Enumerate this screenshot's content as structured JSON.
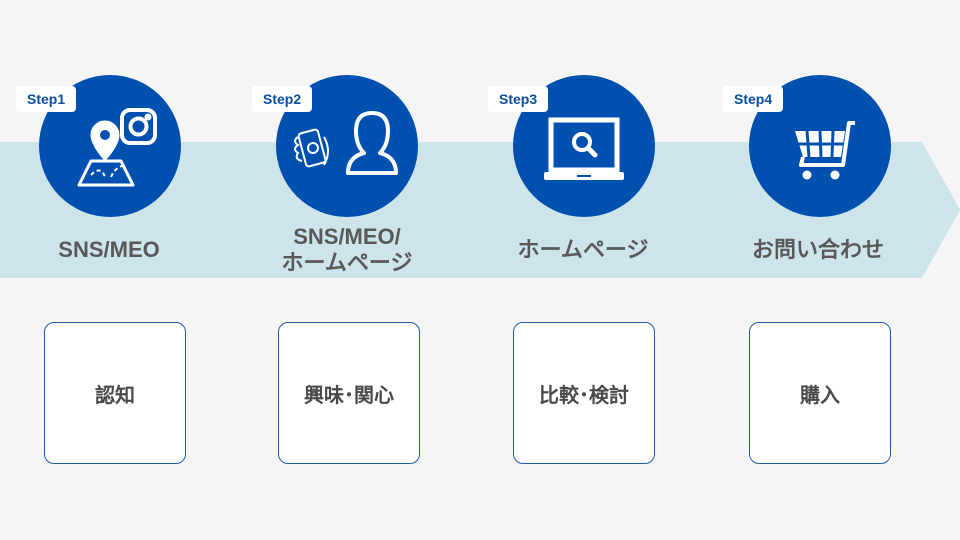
{
  "colors": {
    "circle": "#0050b0",
    "band": "#cde5ea",
    "background": "#f5f5f5",
    "text": "#595959",
    "box_border": "#1f5ca8"
  },
  "steps": [
    {
      "badge": "Step1",
      "label": "SNS/MEO",
      "label_line2": "",
      "stage": "認知",
      "icons": [
        "map-pin-icon",
        "instagram-icon"
      ]
    },
    {
      "badge": "Step2",
      "label": "SNS/MEO/",
      "label_line2": "ホームページ",
      "stage": "興味･関心",
      "icons": [
        "smartphone-hand-icon",
        "person-icon"
      ]
    },
    {
      "badge": "Step3",
      "label": "ホームページ",
      "label_line2": "",
      "stage": "比較･検討",
      "icons": [
        "laptop-search-icon"
      ]
    },
    {
      "badge": "Step4",
      "label": "お問い合わせ",
      "label_line2": "",
      "stage": "購入",
      "icons": [
        "shopping-cart-icon"
      ]
    }
  ]
}
